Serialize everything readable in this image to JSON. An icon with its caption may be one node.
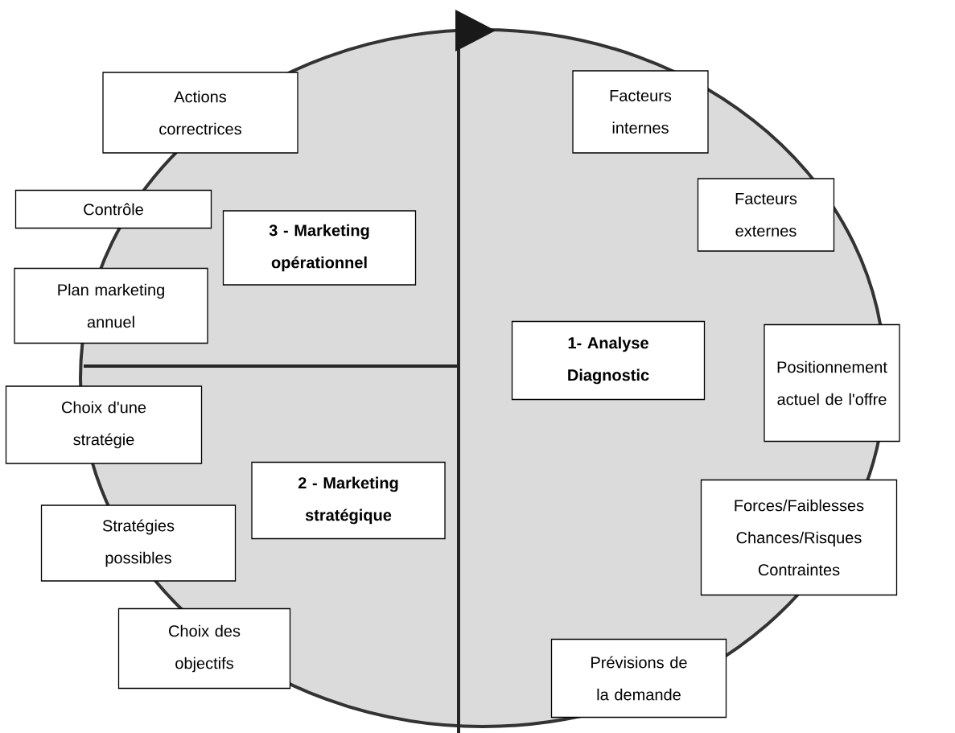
{
  "diagram": {
    "nodes": [
      {
        "text": [
          "Actions correctrices"
        ]
      },
      {
        "text": [
          "Facteurs internes"
        ]
      },
      {
        "text": [
          "Contrôle"
        ]
      },
      {
        "text": [
          "Facteurs externes"
        ]
      },
      {
        "text": [
          "3 - Marketing opérationnel"
        ]
      },
      {
        "text": [
          "Plan marketing annuel"
        ]
      },
      {
        "text": [
          "1- Analyse Diagnostic"
        ]
      },
      {
        "text": [
          "Positionnement actuel de l'offre"
        ]
      },
      {
        "text": [
          "Choix d'une stratégie"
        ]
      },
      {
        "text": [
          "2 - Marketing stratégique"
        ]
      },
      {
        "text": [
          "Forces/Faiblesses Chances/Risques Contraintes"
        ]
      },
      {
        "text": [
          "Stratégies possibles"
        ]
      },
      {
        "text": [
          "Choix des objectifs"
        ]
      },
      {
        "text": [
          "Prévisions de la demande"
        ]
      }
    ]
  }
}
